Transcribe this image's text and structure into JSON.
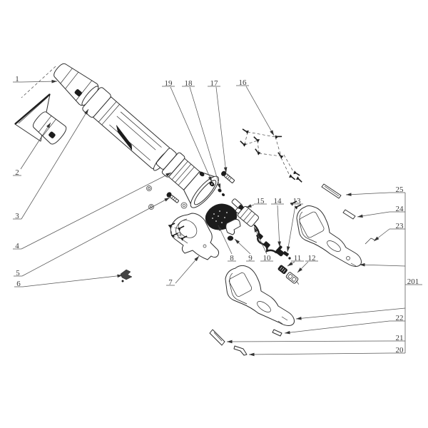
{
  "diagram": {
    "type": "exploded-parts-diagram",
    "background": "#ffffff",
    "stroke_color": "#2e2e2e",
    "label_color": "#3a3a3a",
    "labels": [
      {
        "text": "1",
        "t": [
          24,
          111
        ],
        "u": [
          [
            18,
            115
          ],
          [
            30,
            115
          ]
        ],
        "l": [
          [
            30,
            115
          ],
          [
            80,
            114
          ]
        ]
      },
      {
        "text": "2",
        "t": [
          24,
          242
        ],
        "u": [
          [
            18,
            246
          ],
          [
            30,
            246
          ]
        ],
        "l": [
          [
            29,
            237
          ],
          [
            71,
            172
          ]
        ]
      },
      {
        "text": "3",
        "t": [
          24,
          303
        ],
        "u": [
          [
            18,
            307
          ],
          [
            30,
            307
          ]
        ],
        "l": [
          [
            30,
            307
          ],
          [
            124,
            153
          ]
        ]
      },
      {
        "text": "4",
        "t": [
          24,
          345
        ],
        "u": [
          [
            18,
            349
          ],
          [
            30,
            349
          ]
        ],
        "l": [
          [
            30,
            349
          ],
          [
            240,
            242
          ]
        ]
      },
      {
        "text": "5",
        "t": [
          25,
          383
        ],
        "u": [
          [
            19,
            387
          ],
          [
            31,
            387
          ]
        ],
        "l": [
          [
            31,
            387
          ],
          [
            238,
            277
          ]
        ]
      },
      {
        "text": "6",
        "t": [
          26,
          398
        ],
        "u": [
          [
            20,
            402
          ],
          [
            32,
            402
          ]
        ],
        "l": [
          [
            32,
            402
          ],
          [
            172,
            386
          ]
        ]
      },
      {
        "text": "7",
        "t": [
          239,
          396
        ],
        "u": [
          [
            233,
            400
          ],
          [
            245,
            400
          ]
        ],
        "l": [
          [
            246,
            397
          ],
          [
            279,
            359
          ]
        ]
      },
      {
        "text": "8",
        "t": [
          325,
          362
        ],
        "u": [
          [
            319,
            366
          ],
          [
            331,
            366
          ]
        ],
        "l": [
          [
            325,
            356
          ],
          [
            306,
            316
          ]
        ]
      },
      {
        "text": "9",
        "t": [
          351,
          362
        ],
        "u": [
          [
            345,
            366
          ],
          [
            357,
            366
          ]
        ],
        "l": [
          [
            351,
            356
          ],
          [
            329,
            335
          ]
        ]
      },
      {
        "text": "10",
        "t": [
          374,
          362
        ],
        "u": [
          [
            365,
            366
          ],
          [
            383,
            366
          ]
        ],
        "l": [
          [
            374,
            356
          ],
          [
            356,
            318
          ]
        ]
      },
      {
        "text": "11",
        "t": [
          417,
          362
        ],
        "u": [
          [
            408,
            366
          ],
          [
            426,
            366
          ]
        ],
        "l": [
          [
            413,
            367
          ],
          [
            403,
            373
          ]
        ]
      },
      {
        "text": "12",
        "t": [
          437,
          362
        ],
        "u": [
          [
            428,
            366
          ],
          [
            446,
            366
          ]
        ],
        "l": [
          [
            432,
            367
          ],
          [
            417,
            382
          ]
        ]
      },
      {
        "text": "13",
        "t": [
          416,
          282
        ],
        "u": [
          [
            407,
            286
          ],
          [
            425,
            286
          ]
        ],
        "l": [
          [
            414,
            288
          ],
          [
            403,
            353
          ]
        ]
      },
      {
        "text": "14",
        "t": [
          389,
          282
        ],
        "u": [
          [
            380,
            286
          ],
          [
            398,
            286
          ]
        ],
        "l": [
          [
            389,
            288
          ],
          [
            392,
            346
          ]
        ]
      },
      {
        "text": "15",
        "t": [
          365,
          282
        ],
        "u": [
          [
            356,
            286
          ],
          [
            374,
            286
          ]
        ],
        "l": [
          [
            356,
            287
          ],
          [
            345,
            291
          ]
        ]
      },
      {
        "text": "16",
        "t": [
          340,
          116
        ],
        "u": [
          [
            331,
            120
          ],
          [
            349,
            120
          ]
        ],
        "l": [
          [
            345,
            121
          ],
          [
            384,
            190
          ]
        ]
      },
      {
        "text": "17",
        "t": [
          300,
          117
        ],
        "u": [
          [
            291,
            121
          ],
          [
            309,
            121
          ]
        ],
        "l": [
          [
            303,
            122
          ],
          [
            317,
            242
          ]
        ]
      },
      {
        "text": "18",
        "t": [
          264,
          117
        ],
        "u": [
          [
            255,
            121
          ],
          [
            273,
            121
          ]
        ],
        "l": [
          [
            266,
            122
          ],
          [
            309,
            265
          ]
        ]
      },
      {
        "text": "19",
        "t": [
          236,
          117
        ],
        "u": [
          [
            227,
            121
          ],
          [
            245,
            121
          ]
        ],
        "l": [
          [
            239,
            122
          ],
          [
            297,
            255
          ]
        ]
      },
      {
        "text": "20",
        "t": [
          560,
          491
        ],
        "u": [
          [
            546,
            495
          ],
          [
            568,
            495
          ]
        ],
        "l": [
          [
            546,
            495
          ],
          [
            349,
            497
          ]
        ]
      },
      {
        "text": "21",
        "t": [
          560,
          474
        ],
        "u": [
          [
            546,
            478
          ],
          [
            568,
            478
          ]
        ],
        "l": [
          [
            546,
            478
          ],
          [
            318,
            479
          ]
        ]
      },
      {
        "text": "22",
        "t": [
          560,
          446
        ],
        "u": [
          [
            546,
            450
          ],
          [
            568,
            450
          ]
        ],
        "l": [
          [
            546,
            450
          ],
          [
            399,
            467
          ]
        ]
      },
      {
        "text": "23",
        "t": [
          560,
          317
        ],
        "u": [
          [
            546,
            321
          ],
          [
            568,
            321
          ]
        ],
        "l": [
          [
            546,
            321
          ],
          [
            524,
            338
          ]
        ]
      },
      {
        "text": "24",
        "t": [
          560,
          293
        ],
        "u": [
          [
            546,
            297
          ],
          [
            568,
            297
          ]
        ],
        "l": [
          [
            546,
            297
          ],
          [
            501,
            304
          ]
        ]
      },
      {
        "text": "25",
        "t": [
          560,
          266
        ],
        "u": [
          [
            546,
            270
          ],
          [
            568,
            270
          ]
        ],
        "l": [
          [
            546,
            270
          ],
          [
            485,
            273
          ]
        ]
      },
      {
        "text": "201",
        "t": [
          579,
          395
        ],
        "u": [
          [
            568,
            399
          ],
          [
            592,
            399
          ]
        ]
      }
    ],
    "assembly_bracket": {
      "spine": [
        [
          568,
          270
        ],
        [
          568,
          495
        ]
      ],
      "leaders": [
        [
          [
            568,
            373
          ],
          [
            504,
            371
          ]
        ],
        [
          [
            568,
            432
          ],
          [
            415,
            447
          ]
        ]
      ]
    },
    "screw_cluster": {
      "screws": [
        [
          347,
          185,
          -160
        ],
        [
          343,
          203,
          -150
        ],
        [
          362,
          197,
          -150
        ],
        [
          363,
          215,
          -140
        ],
        [
          387,
          192,
          -15
        ],
        [
          395,
          220,
          -140
        ],
        [
          407,
          247,
          25
        ],
        [
          413,
          242,
          18
        ],
        [
          417,
          250,
          30
        ],
        [
          409,
          286,
          -40
        ],
        [
          415,
          291,
          -40
        ]
      ],
      "dashed": [
        [
          [
            347,
            185
          ],
          [
            386,
            192
          ]
        ],
        [
          [
            347,
            185
          ],
          [
            343,
            203
          ]
        ],
        [
          [
            343,
            203
          ],
          [
            361,
            197
          ]
        ],
        [
          [
            361,
            197
          ],
          [
            363,
            215
          ]
        ],
        [
          [
            363,
            215
          ],
          [
            394,
            219
          ]
        ],
        [
          [
            386,
            192
          ],
          [
            394,
            219
          ]
        ],
        [
          [
            394,
            221
          ],
          [
            406,
            246
          ]
        ],
        [
          [
            398,
            217
          ],
          [
            412,
            242
          ]
        ]
      ]
    },
    "corner_screws": {
      "screws": [
        [
          238,
          317,
          -40
        ],
        [
          251,
          321,
          -40
        ],
        [
          242,
          331,
          -40
        ],
        [
          255,
          335,
          -40
        ]
      ],
      "dashed": [
        [
          [
            238,
            317
          ],
          [
            251,
            321
          ]
        ],
        [
          [
            238,
            317
          ],
          [
            242,
            331
          ]
        ],
        [
          [
            251,
            321
          ],
          [
            255,
            335
          ]
        ],
        [
          [
            242,
            331
          ],
          [
            255,
            335
          ]
        ]
      ]
    },
    "dashed_guides": [
      [
        [
          78,
          93
        ],
        [
          30,
          137
        ]
      ]
    ]
  }
}
